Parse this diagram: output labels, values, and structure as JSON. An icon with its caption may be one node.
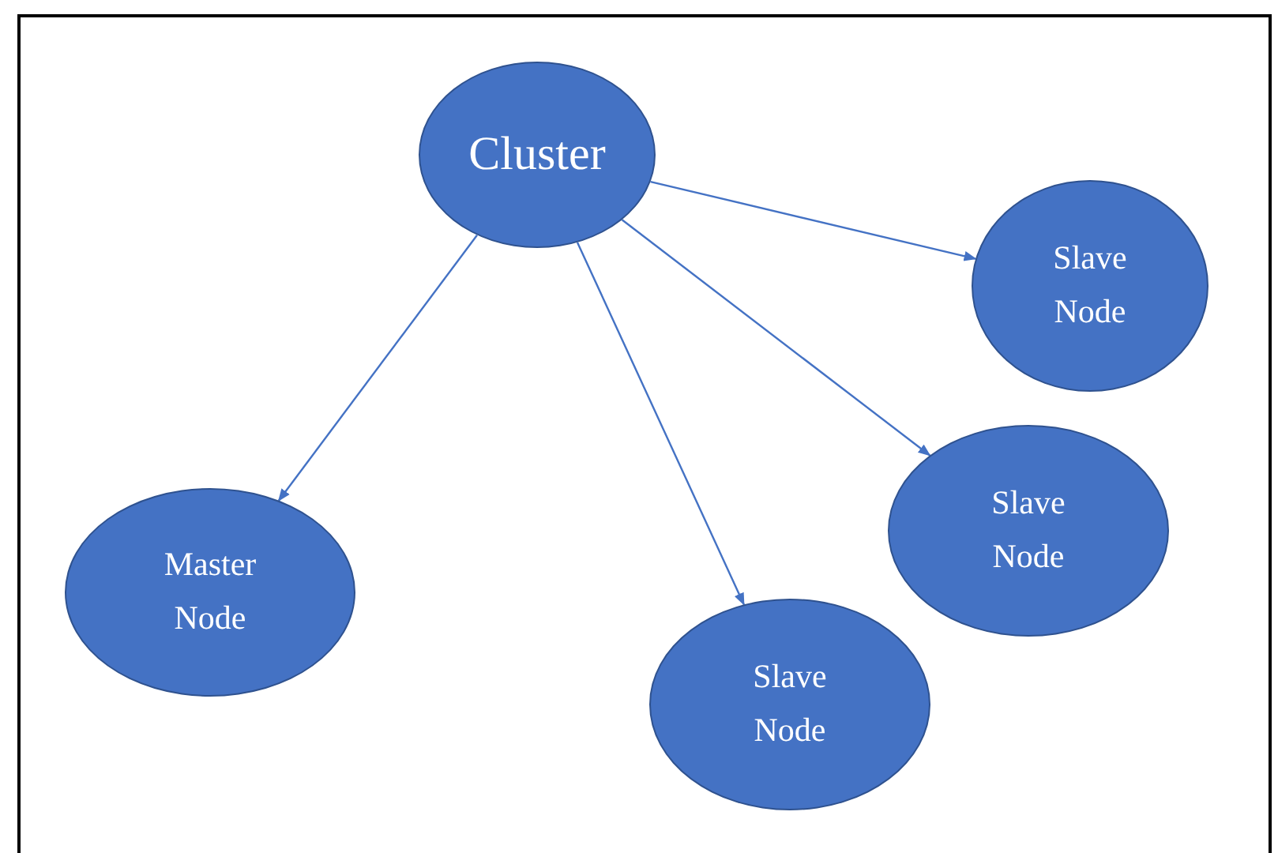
{
  "diagram": {
    "nodes": [
      {
        "text": [
          "Cluster"
        ]
      },
      {
        "text": [
          "Slave Node"
        ]
      },
      {
        "text": [
          "Slave Node"
        ]
      },
      {
        "text": [
          "Master Node"
        ]
      },
      {
        "text": [
          "Slave Node"
        ]
      }
    ],
    "edges": [
      {
        "from": 0,
        "to": 3,
        "arrow": "to"
      },
      {
        "from": 0,
        "to": 4,
        "arrow": "to"
      },
      {
        "from": 0,
        "to": 2,
        "arrow": "to"
      },
      {
        "from": 0,
        "to": 1,
        "arrow": "to"
      }
    ]
  }
}
